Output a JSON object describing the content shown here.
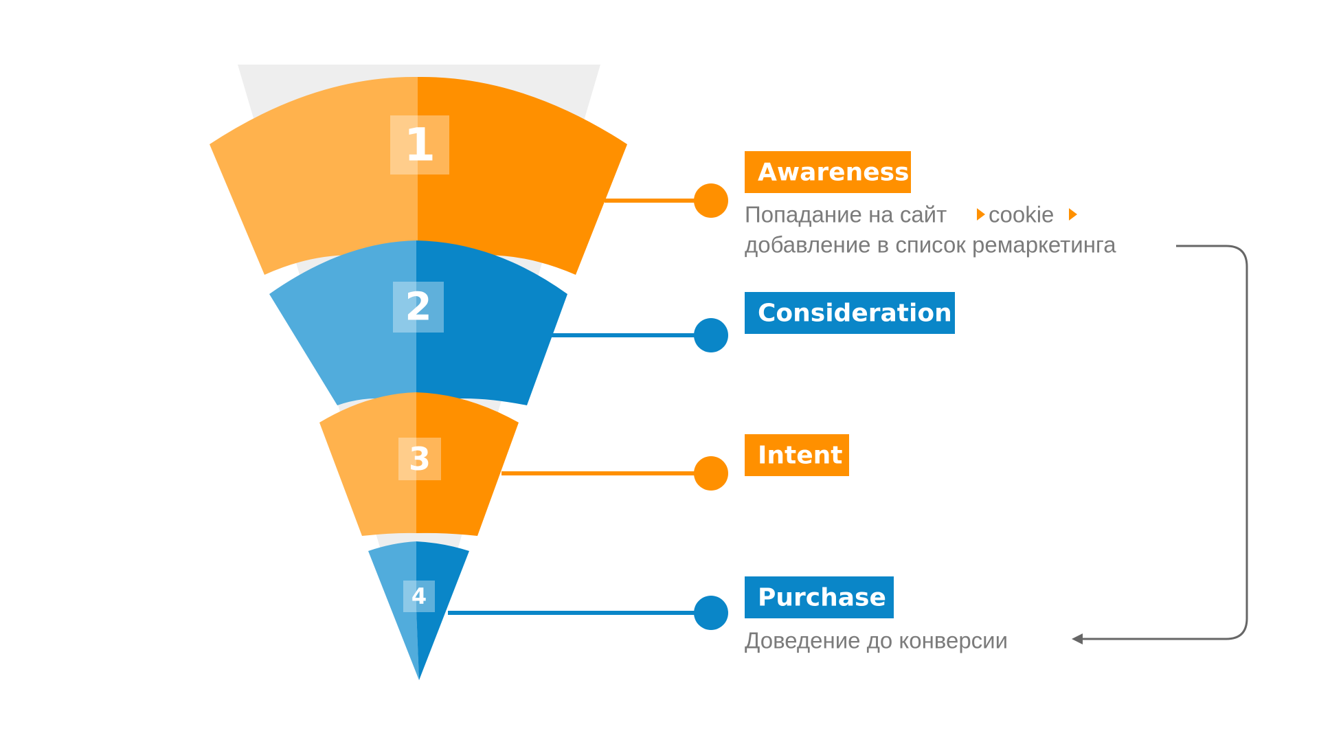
{
  "colors": {
    "orange": "#ff9000",
    "orange_light": "#ffb24d",
    "blue": "#0a86c8",
    "blue_light": "#51acdc",
    "funnel_backdrop": "#eeeeee",
    "description_text": "#7b7b7b",
    "loop_arrow": "#666666"
  },
  "stages": [
    {
      "number": "1",
      "label": "Awareness",
      "color": "orange",
      "description_line1": {
        "before": "Попадание на сайт",
        "middle": "cookie",
        "after": ""
      },
      "description_line2": "добавление в список ремаркетинга"
    },
    {
      "number": "2",
      "label": "Consideration",
      "color": "blue"
    },
    {
      "number": "3",
      "label": "Intent",
      "color": "orange"
    },
    {
      "number": "4",
      "label": "Purchase",
      "color": "blue",
      "description_line1": "Доведение до конверсии"
    }
  ],
  "icons": {
    "separator": "triangle-right-icon",
    "loop": "loop-arrow-icon"
  }
}
